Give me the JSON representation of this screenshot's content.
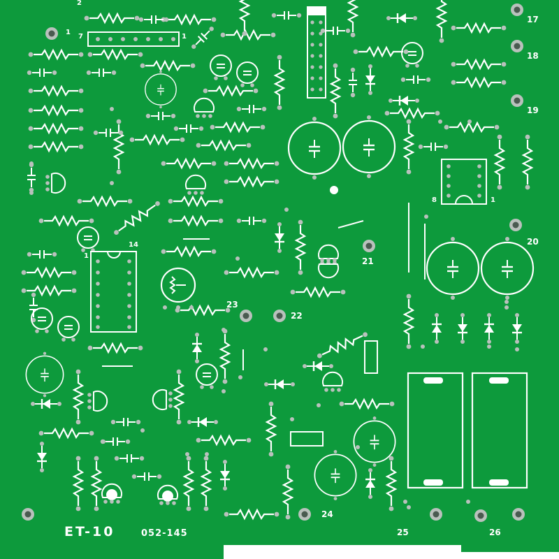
{
  "board": {
    "model": "ET-10",
    "part_number": "052-145",
    "colors": {
      "substrate": "#0d9a3c",
      "silkscreen": "#ffffff",
      "pad": "#b9c1bc",
      "hole": "#4a5a50",
      "background": "#ffffff"
    }
  },
  "connector_labels": {
    "j17": "17",
    "j18": "18",
    "j19": "19",
    "j20": "20",
    "j21": "21",
    "j22": "22",
    "j23": "23",
    "j24": "24",
    "j25": "25",
    "j26": "26"
  },
  "pin_labels": {
    "header_pin1_left": "1",
    "header_pin7": "7",
    "header_pin1_right": "1",
    "ic_top_right_pin8": "8",
    "ic_top_right_pin1": "1",
    "ic_left_pin14": "14",
    "ic_left_pin1": "1",
    "top_edge_2": "2"
  }
}
